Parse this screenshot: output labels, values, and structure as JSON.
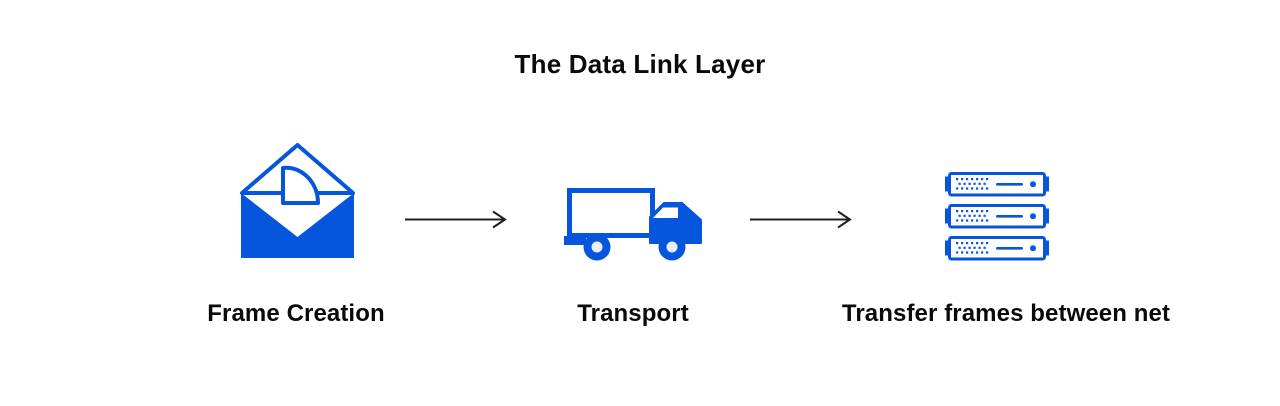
{
  "title": "The Data Link Layer",
  "colors": {
    "accent": "#0656dd",
    "wheel_hub": "#e8f0fa",
    "text": "#0a0a0a",
    "arrow": "#1f1f1f",
    "background": "#ffffff"
  },
  "steps": [
    {
      "label": "Frame Creation",
      "icon": "envelope-document-icon"
    },
    {
      "label": "Transport",
      "icon": "truck-icon"
    },
    {
      "label": "Transfer frames between net",
      "icon": "server-stack-icon"
    }
  ],
  "connectors": [
    {
      "icon": "arrow-right-icon"
    },
    {
      "icon": "arrow-right-icon"
    }
  ]
}
